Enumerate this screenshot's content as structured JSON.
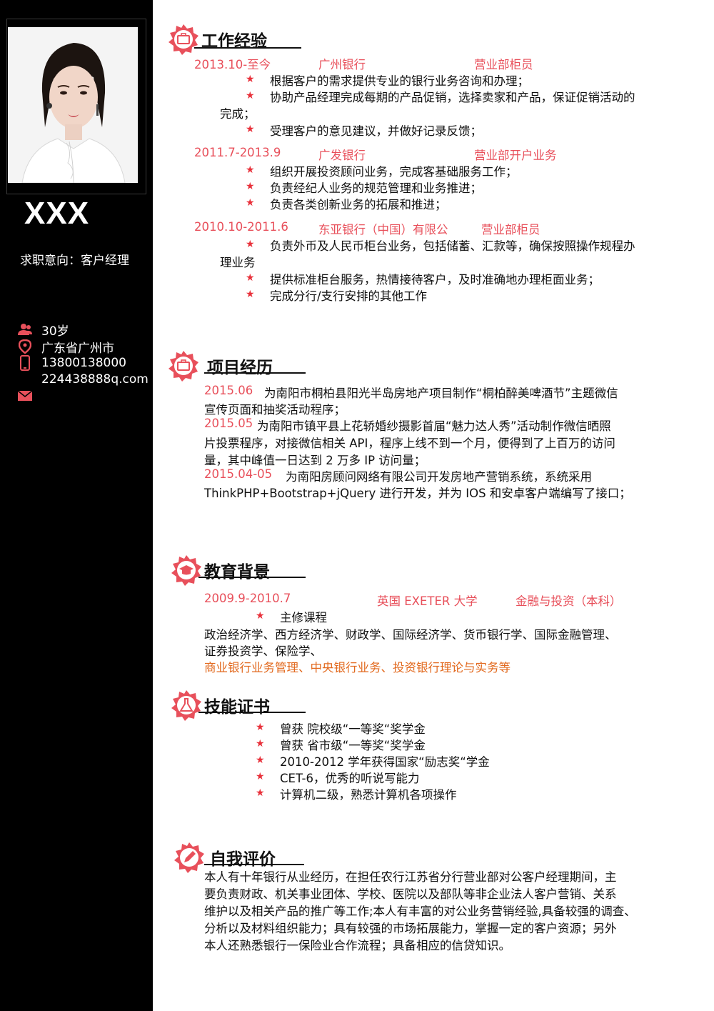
{
  "profile": {
    "name": "XXX",
    "intent": "求职意向：客户经理",
    "age": "30岁",
    "location": "广东省广州市",
    "phone": "13800138000",
    "email": "224438888q.com"
  },
  "sections": {
    "work": "工作经验",
    "projects": "项目经历",
    "education": "教育背景",
    "skills": "技能证书",
    "self": "自我评价"
  },
  "work": [
    {
      "period": "2013.10-至今",
      "company": "广州银行",
      "role": "营业部柜员",
      "lines": [
        "根据客户的需求提供专业的银行业务咨询和办理；",
        "协助产品经理完成每期的产品促销，选择卖家和产品，保证促销活动的",
        "完成；",
        "受理客户的意见建议，并做好记录反馈；"
      ]
    },
    {
      "period": "2011.7-2013.9",
      "company": "广发银行",
      "role": "营业部开户业务",
      "lines": [
        "组织开展投资顾问业务，完成客基础服务工作；",
        "负责经纪人业务的规范管理和业务推进；",
        "负责各类创新业务的拓展和推进；"
      ]
    },
    {
      "period": "2010.10-2011.6",
      "company": "东亚银行（中国）有限公",
      "role": "营业部柜员",
      "lines": [
        "负责外币及人民币柜台业务，包括储蓄、汇款等，确保按照操作规程办",
        "理业务",
        "提供标准柜台服务，热情接待客户，及时准确地办理柜面业务；",
        "完成分行/支行安排的其他工作"
      ]
    }
  ],
  "projects": [
    {
      "date": "2015.06",
      "text1": "为南阳市桐柏县阳光半岛房地产项目制作“桐柏醉美啤酒节”主题微信",
      "text2": "宣传页面和抽奖活动程序；"
    },
    {
      "date": "2015.05",
      "text1": "为南阳市镇平县上花轿婚纱摄影首届“魅力达人秀”活动制作微信晒照",
      "text2": "片投票程序，对接微信相关 API，程序上线不到一个月，便得到了上百万的访问",
      "text3": "量，其中峰值一日达到 2 万多 IP 访问量；"
    },
    {
      "date": "2015.04-05",
      "text1": "为南阳房顾问网络有限公司开发房地产营销系统，系统采用",
      "text2": "ThinkPHP+Bootstrap+jQuery 进行开发，并为 IOS 和安卓客户端编写了接口；"
    }
  ],
  "education": {
    "period": "2009.9-2010.7",
    "school": "英国 EXETER 大学",
    "major": "金融与投资（本科）",
    "courses_label": "主修课程",
    "courses1": "政治经济学、西方经济学、财政学、国际经济学、货币银行学、国际金融管理、",
    "courses2": "证券投资学、保险学、",
    "courses3": "商业银行业务管理、中央银行业务、投资银行理论与实务等"
  },
  "skills": [
    "曾获  院校级“一等奖“奖学金",
    "曾获  省市级“一等奖“奖学金",
    "2010-2012  学年获得国家“励志奖“学金",
    "CET-6，优秀的听说写能力",
    "计算机二级，熟悉计算机各项操作"
  ],
  "self_eval": [
    "本人有十年银行从业经历，在担任农行江苏省分行营业部对公客户经理期间，主",
    "要负责财政、机关事业团体、学校、医院以及部队等非企业法人客户营销、关系",
    "维护以及相关产品的推广等工作;本人有丰富的对公业务营销经验,具备较强的调查、",
    "分析以及材料组织能力；具有较强的市场拓展能力，掌握一定的客户资源；另外",
    "本人还熟悉银行一保险业合作流程；具备相应的信贷知识。"
  ],
  "colors": {
    "accent": "#e8505b",
    "sidebar": "#000000",
    "highlight": "#e2691e"
  }
}
